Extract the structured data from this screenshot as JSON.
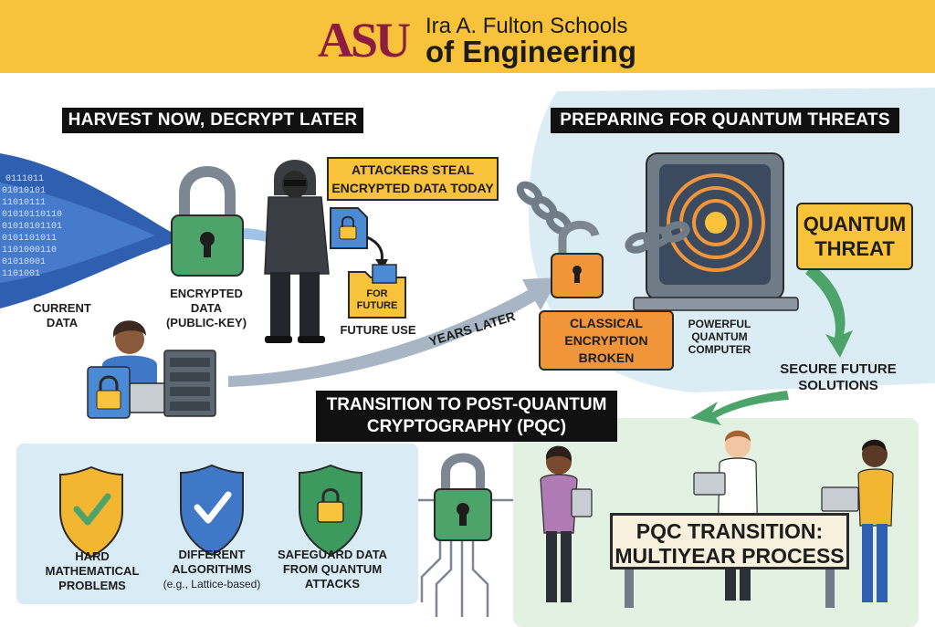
{
  "header": {
    "logo_mark": "ASU",
    "logo_line1": "Ira A. Fulton Schools",
    "logo_line2": "of Engineering",
    "color_brand_maroon": "#8c1d40",
    "color_brand_gold": "#f8c23a"
  },
  "harvest": {
    "title": "HARVEST NOW, DECRYPT LATER",
    "current_data_line1": "CURRENT",
    "current_data_line2": "DATA",
    "encrypted_line1": "ENCRYPTED",
    "encrypted_line2": "DATA",
    "encrypted_line3": "(PUBLIC-KEY)",
    "attackers_line1": "ATTACKERS STEAL",
    "attackers_line2": "ENCRYPTED DATA TODAY",
    "folder_line1": "FOR",
    "folder_line2": "FUTURE",
    "future_use": "FUTURE USE",
    "years_later": "YEARS LATER",
    "binary_lines": [
      "0111011",
      "01010101",
      "11010111",
      "01010110110",
      "01010101101",
      "0101101011",
      "1101000110",
      "01010001",
      "1101001"
    ]
  },
  "quantum": {
    "title": "PREPARING FOR QUANTUM THREATS",
    "threat_line1": "QUANTUM",
    "threat_line2": "THREAT",
    "broken_line1": "CLASSICAL",
    "broken_line2": "ENCRYPTION",
    "broken_line3": "BROKEN",
    "computer_line1": "POWERFUL",
    "computer_line2": "QUANTUM",
    "computer_line3": "COMPUTER",
    "secure_line1": "SECURE FUTURE",
    "secure_line2": "SOLUTIONS"
  },
  "pqc": {
    "title_line1": "TRANSITION TO POST-QUANTUM",
    "title_line2": "CRYPTOGRAPHY (PQC)",
    "shields": [
      {
        "line1": "HARD",
        "line2": "MATHEMATICAL",
        "line3": "PROBLEMS",
        "color": "#f2b630"
      },
      {
        "line1": "DIFFERENT",
        "line2": "ALGORITHMS",
        "line3": "(e.g., Lattice-based)",
        "color": "#3f78c6"
      },
      {
        "line1": "SAFEGUARD DATA",
        "line2": "FROM QUANTUM",
        "line3": "ATTACKS",
        "color": "#3c9a5f"
      }
    ],
    "sign_line1": "PQC TRANSITION:",
    "sign_line2": "MULTIYEAR PROCESS"
  }
}
